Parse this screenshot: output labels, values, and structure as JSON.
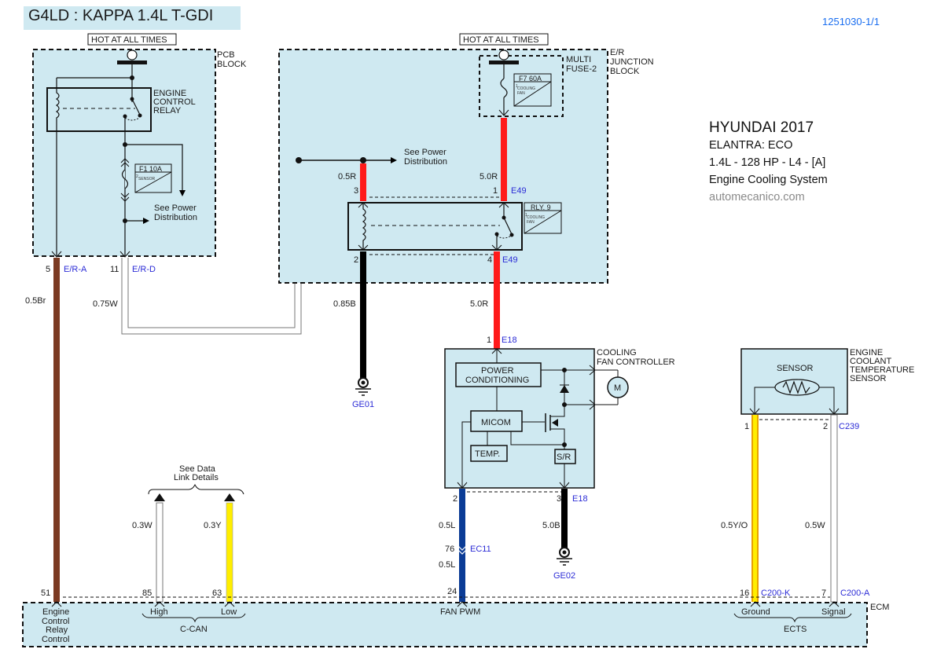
{
  "header": {
    "engine_title": "G4LD : KAPPA 1.4L T-GDI",
    "doc_id": "1251030-1/1"
  },
  "vehicle_info": {
    "make_year": "HYUNDAI 2017",
    "model": "ELANTRA: ECO",
    "engine": "1.4L - 128 HP - L4  - [A]",
    "system": "Engine Cooling System",
    "source": "automecanico.com"
  },
  "colors": {
    "module_fill": "#cfe9f1",
    "wire_red": "#ff1a1a",
    "wire_brown": "#7b3a22",
    "wire_blue": "#0b3c96",
    "wire_yellow": "#ffee00",
    "wire_black": "#000000",
    "connector_label": "#2b2bd6"
  },
  "power_labels": {
    "left": "HOT AT ALL TIMES",
    "right": "HOT AT ALL TIMES"
  },
  "pcb_block": {
    "name_line1": "PCB",
    "name_line2": "BLOCK",
    "relay_line1": "ENGINE",
    "relay_line2": "CONTROL",
    "relay_line3": "RELAY",
    "fuse_name": "F1 10A",
    "fuse_sub": "SENSOR",
    "fuse_num": "2",
    "see_power_line1": "See Power",
    "see_power_line2": "Distribution",
    "pins": [
      {
        "pin": "5",
        "connector": "E/R-A"
      },
      {
        "pin": "11",
        "connector": "E/R-D"
      }
    ]
  },
  "er_junction_block": {
    "name_line1": "E/R",
    "name_line2": "JUNCTION",
    "name_line3": "BLOCK",
    "multifuse_line1": "MULTI",
    "multifuse_line2": "FUSE-2",
    "fuse_name": "F7 60A",
    "fuse_sub1": "COOLING",
    "fuse_sub2": "FAN",
    "fuse_num": "1",
    "relay_name": "RLY. 9",
    "relay_sub1": "COOLING",
    "relay_sub2": "FAN",
    "relay_num": "1",
    "see_power_line1": "See Power",
    "see_power_line2": "Distribution",
    "pins": [
      {
        "pin": "3",
        "wire": "0.5R"
      },
      {
        "pin": "1",
        "wire": "5.0R",
        "connector": "E49"
      },
      {
        "pin": "2"
      },
      {
        "pin": "4",
        "connector": "E49"
      }
    ]
  },
  "wires": {
    "brown": "0.5Br",
    "white_er_d": "0.75W",
    "black_ground": "0.85B",
    "red_to_fan": "5.0R",
    "can_high": "0.3W",
    "can_low": "0.3Y",
    "fan_pwm_upper": "0.5L",
    "fan_pwm_lower": "0.5L",
    "fan_ground": "5.0B",
    "ects_ground": "0.5Y/O",
    "ects_signal": "0.5W"
  },
  "grounds": {
    "g1": "GE01",
    "g2": "GE02"
  },
  "fan_controller": {
    "name_line1": "COOLING",
    "name_line2": "FAN CONTROLLER",
    "power_cond_line1": "POWER",
    "power_cond_line2": "CONDITIONING",
    "micom": "MICOM",
    "temp": "TEMP.",
    "sr": "S/R",
    "motor": "M",
    "pin_top": "1",
    "pin_top_conn": "E18",
    "pin_bl": "2",
    "pin_br": "3",
    "pin_br_conn": "E18",
    "inline_pin": "76",
    "inline_conn": "EC11"
  },
  "ects": {
    "name_line1": "ENGINE",
    "name_line2": "COOLANT",
    "name_line3": "TEMPERATURE",
    "name_line4": "SENSOR",
    "sensor_label": "SENSOR",
    "pin1": "1",
    "pin2": "2",
    "connector": "C239"
  },
  "data_link": {
    "line1": "See Data",
    "line2": "Link Details"
  },
  "ecm": {
    "name": "ECM",
    "pins": [
      {
        "pin": "51",
        "label_lines": [
          "Engine",
          "Control",
          "Relay",
          "Control"
        ]
      },
      {
        "pin": "85",
        "label": "High"
      },
      {
        "pin": "63",
        "label": "Low"
      },
      {
        "pin": "24",
        "label": "FAN PWM"
      },
      {
        "pin": "16",
        "label": "Ground",
        "connector": "C200-K"
      },
      {
        "pin": "7",
        "label": "Signal",
        "connector": "C200-A"
      }
    ],
    "group_can": "C-CAN",
    "group_ects": "ECTS"
  }
}
